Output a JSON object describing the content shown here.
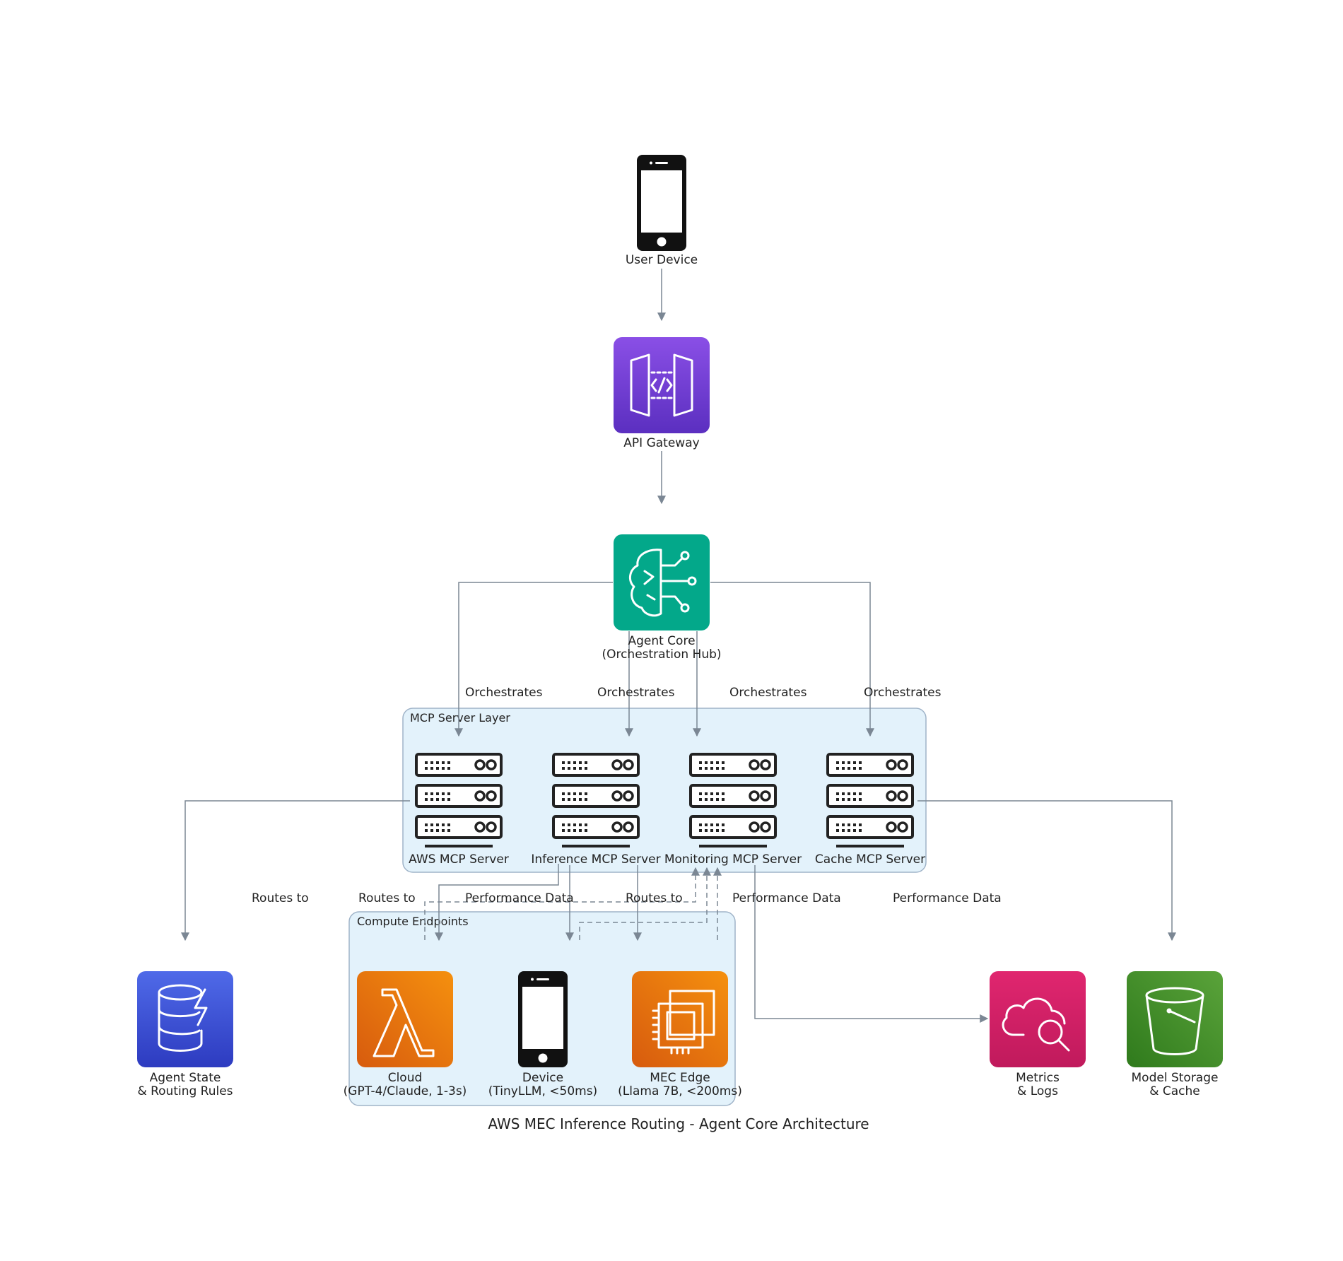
{
  "title": "AWS MEC Inference Routing - Agent Core Architecture",
  "colors": {
    "edge": "#7b8794",
    "cluster_fill": "#e3f2fb",
    "cluster_stroke": "#9fb3c8",
    "api_gateway": "#7a3fd8",
    "agent_core": "#03a88a",
    "dynamodb": "#3f51d6",
    "lambda": "#ef7414",
    "ec2": "#ef7414",
    "cloudwatch": "#d21f68",
    "s3": "#3f8b27"
  },
  "clusters": {
    "mcp_layer": "MCP Server Layer",
    "compute": "Compute Endpoints"
  },
  "nodes": {
    "user_device": {
      "label": "User Device",
      "icon": "mobile-phone-icon"
    },
    "api_gateway": {
      "label": "API Gateway",
      "icon": "api-gateway-icon"
    },
    "agent_core": {
      "line1": "Agent Core",
      "line2": "(Orchestration Hub)",
      "icon": "brain-circuit-icon"
    },
    "aws_mcp": {
      "label": "AWS MCP Server",
      "icon": "server-rack-icon"
    },
    "inference_mcp": {
      "label": "Inference MCP Server",
      "icon": "server-rack-icon"
    },
    "monitoring_mcp": {
      "label": "Monitoring MCP Server",
      "icon": "server-rack-icon"
    },
    "cache_mcp": {
      "label": "Cache MCP Server",
      "icon": "server-rack-icon"
    },
    "agent_state": {
      "line1": "Agent State",
      "line2": "& Routing Rules",
      "icon": "dynamodb-icon"
    },
    "cloud": {
      "line1": "Cloud",
      "line2": "(GPT-4/Claude, 1-3s)",
      "icon": "lambda-icon"
    },
    "device": {
      "line1": "Device",
      "line2": "(TinyLLM, <50ms)",
      "icon": "mobile-phone-icon"
    },
    "mec_edge": {
      "line1": "MEC Edge",
      "line2": "(Llama 7B, <200ms)",
      "icon": "ec2-chip-icon"
    },
    "metrics": {
      "line1": "Metrics",
      "line2": "& Logs",
      "icon": "cloudwatch-icon"
    },
    "model_storage": {
      "line1": "Model Storage",
      "line2": "& Cache",
      "icon": "s3-bucket-icon"
    }
  },
  "edge_labels": {
    "orchestrates": "Orchestrates",
    "routes_to": "Routes to",
    "performance_data": "Performance Data"
  }
}
